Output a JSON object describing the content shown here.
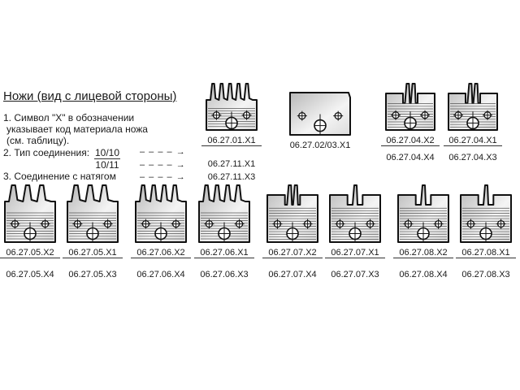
{
  "title": "Ножи (вид с лицевой стороны)",
  "notes": {
    "note1_line1": "1. Символ \"X\" в обозначении",
    "note1_line2": "указывает код материала ножа",
    "note1_line3": "(см. таблицу).",
    "note2_label": "2. Тип соединения:",
    "note2_frac_top": "10/10",
    "note2_frac_bottom": "10/11",
    "note3_label": "3. Соединение с натягом"
  },
  "arrow_glyph": "– – – – →",
  "mappings": [
    {
      "from": "10/10",
      "code": "06.27.01.X1"
    },
    {
      "from": "10/11",
      "code": "06.27.11.X1"
    },
    {
      "from": "Соединение с натягом",
      "code": "06.27.11.X3"
    }
  ],
  "knives_top": [
    {
      "id": "k01",
      "teeth": 5,
      "style": "comb",
      "code": "06.27.01.X1",
      "alt": ""
    },
    {
      "id": "k02",
      "teeth": 0,
      "style": "blank",
      "code": "06.27.02/03.X1",
      "alt": ""
    },
    {
      "id": "k04a",
      "teeth": 2,
      "style": "double-left",
      "code": "06.27.04.X2",
      "alt": "06.27.04.X4"
    },
    {
      "id": "k04b",
      "teeth": 2,
      "style": "double-right",
      "code": "06.27.04.X1",
      "alt": "06.27.04.X3"
    }
  ],
  "knives_bottom": [
    {
      "id": "k05a",
      "teeth": 3,
      "code": "06.27.05.X2",
      "alt": "06.27.05.X4"
    },
    {
      "id": "k05b",
      "teeth": 3,
      "code": "06.27.05.X1",
      "alt": "06.27.05.X3"
    },
    {
      "id": "k06a",
      "teeth": 4,
      "code": "06.27.06.X2",
      "alt": "06.27.06.X4"
    },
    {
      "id": "k06b",
      "teeth": 4,
      "code": "06.27.06.X1",
      "alt": "06.27.06.X3"
    },
    {
      "id": "k07a",
      "teeth": 2,
      "code": "06.27.07.X2",
      "alt": "06.27.07.X4"
    },
    {
      "id": "k07b",
      "teeth": 1,
      "code": "06.27.07.X1",
      "alt": "06.27.07.X3"
    },
    {
      "id": "k08a",
      "teeth": 1,
      "code": "06.27.08.X2",
      "alt": "06.27.08.X4"
    },
    {
      "id": "k08b",
      "teeth": 1,
      "code": "06.27.08.X1",
      "alt": "06.27.08.X3"
    }
  ]
}
